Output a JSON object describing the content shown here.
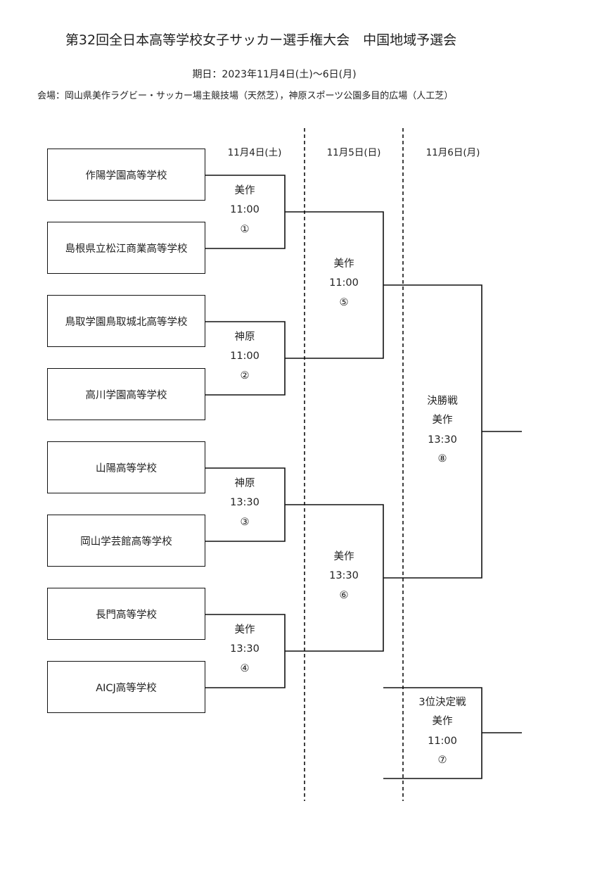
{
  "header": {
    "title": "第32回全日本高等学校女子サッカー選手権大会　中国地域予選会",
    "dates": "期日：2023年11月4日(土)～6日(月)",
    "venue": "会場：岡山県美作ラグビー・サッカー場主競技場（天然芝），神原スポーツ公園多目的広場（人工芝）"
  },
  "days": [
    "11月4日(土)",
    "11月5日(日)",
    "11月6日(月)"
  ],
  "teams": [
    "作陽学園高等学校",
    "島根県立松江商業高等学校",
    "鳥取学園鳥取城北高等学校",
    "高川学園高等学校",
    "山陽高等学校",
    "岡山学芸館高等学校",
    "長門高等学校",
    "AICJ高等学校"
  ],
  "matches": [
    {
      "venue": "美作",
      "time": "11:00",
      "number": "①"
    },
    {
      "venue": "神原",
      "time": "11:00",
      "number": "②"
    },
    {
      "venue": "神原",
      "time": "13:30",
      "number": "③"
    },
    {
      "venue": "美作",
      "time": "13:30",
      "number": "④"
    },
    {
      "venue": "美作",
      "time": "11:00",
      "number": "⑤"
    },
    {
      "venue": "美作",
      "time": "13:30",
      "number": "⑥"
    },
    {
      "stage": "決勝戦",
      "venue": "美作",
      "time": "13:30",
      "number": "⑧"
    },
    {
      "stage": "3位決定戦",
      "venue": "美作",
      "time": "11:00",
      "number": "⑦"
    }
  ]
}
